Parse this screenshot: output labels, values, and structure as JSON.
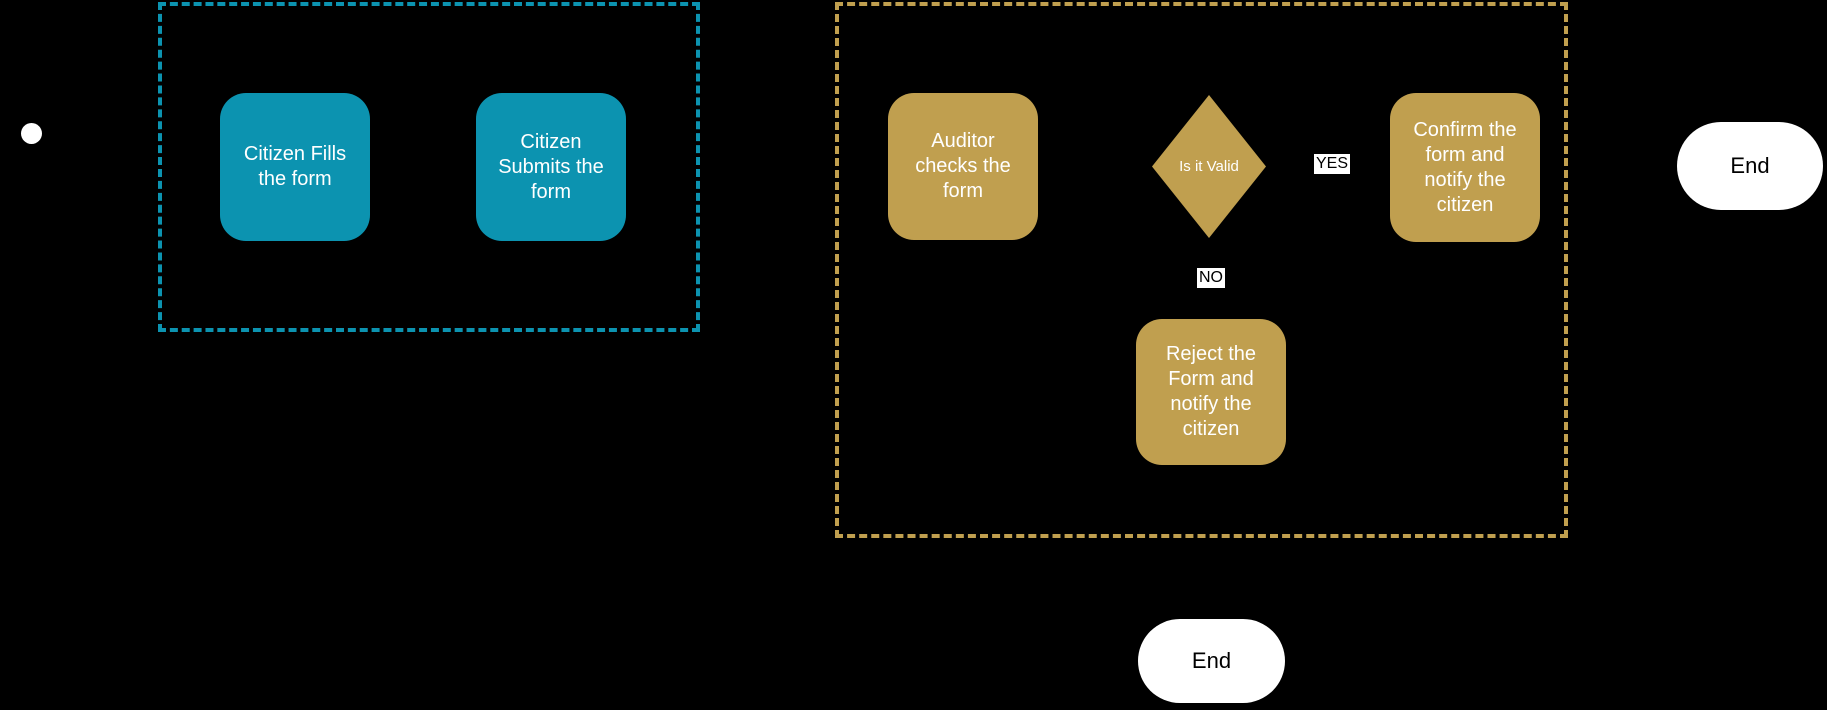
{
  "colors": {
    "background": "#000000",
    "citizen_group": "#0c93b0",
    "auditor_group": "#c09f4f",
    "node_text": "#ffffff",
    "end_node_fill": "#ffffff",
    "end_node_text": "#000000",
    "edge_label_bg": "#ffffff",
    "edge_label_text": "#000000"
  },
  "nodes": {
    "start": {
      "type": "circle"
    },
    "fill_form": {
      "label": "Citizen Fills\nthe form"
    },
    "submit_form": {
      "label": "Citizen\nSubmits the\nform"
    },
    "auditor_checks": {
      "label": "Auditor\nchecks the\nform"
    },
    "is_valid": {
      "label": "Is it Valid"
    },
    "confirm": {
      "label": "Confirm the\nform and\nnotify the\ncitizen"
    },
    "reject": {
      "label": "Reject the\nForm and\nnotify the\ncitizen"
    },
    "end_right": {
      "label": "End"
    },
    "end_bottom": {
      "label": "End"
    }
  },
  "edge_labels": {
    "yes": "YES",
    "no": "NO"
  }
}
